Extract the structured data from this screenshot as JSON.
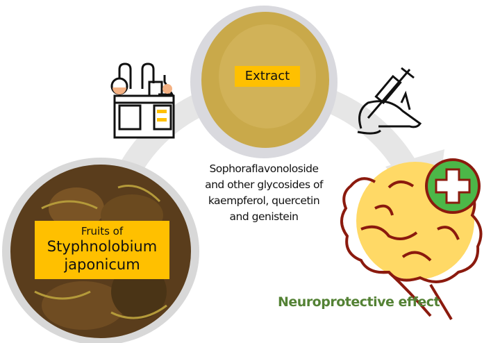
{
  "extract_label": "Extract",
  "fruits_label": {
    "line1": "Fruits of",
    "line2": "Styphnolobium",
    "line3": "japonicum"
  },
  "compounds": {
    "line1": "Sophoraflavonoloside",
    "line2": "and other glycosides of",
    "line3": "kaempferol, quercetin",
    "line4": "and genistein"
  },
  "effect_label": "Neuroprotective effect",
  "icons": [
    "lab-equipment-icon",
    "mouse-injection-icon",
    "brain-icon",
    "plus-icon"
  ],
  "colors": {
    "label_bg": "#ffc000",
    "effect_text": "#548235",
    "brain_outline": "#8b1a0e",
    "plus_circle": "#4cb748",
    "brain_fill": "#ffd966",
    "arrow": "#e3e3e3"
  }
}
